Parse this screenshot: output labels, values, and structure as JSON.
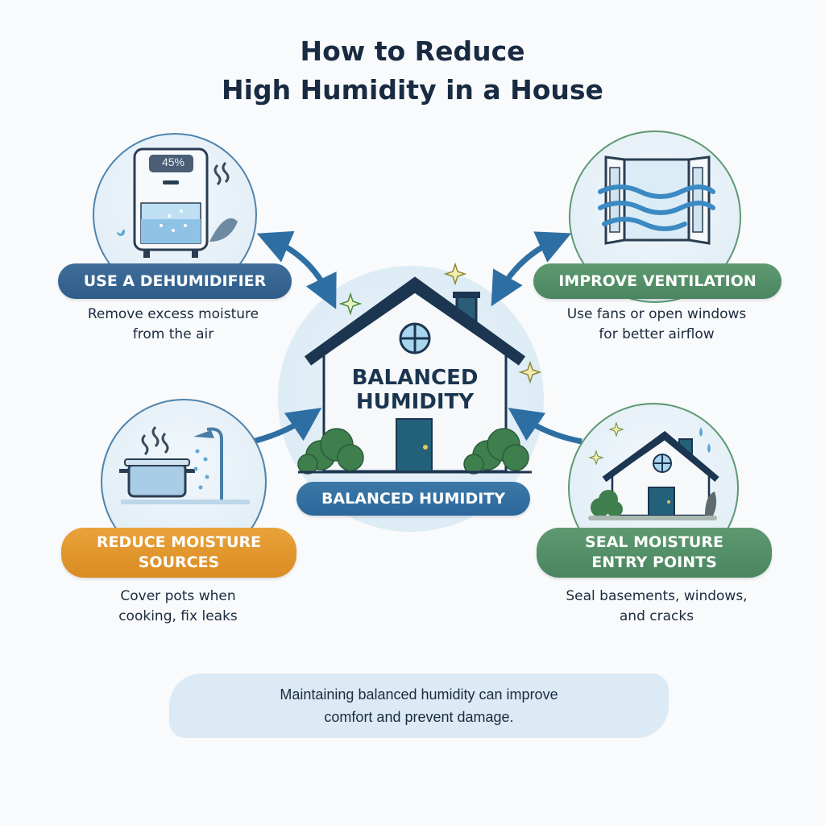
{
  "title": {
    "line1": "How to Reduce",
    "line2": "High Humidity in a House"
  },
  "center": {
    "house_label_line1": "BALANCED",
    "house_label_line2": "HUMIDITY",
    "pill_label": "BALANCED HUMIDITY"
  },
  "tips": [
    {
      "label": "USE A DEHUMIDIFIER",
      "description_line1": "Remove excess moisture",
      "description_line2": "from the air",
      "icon": "dehumidifier-icon",
      "display_value": "45%",
      "color": "#2f5c88"
    },
    {
      "label": "IMPROVE VENTILATION",
      "description_line1": "Use fans or open windows",
      "description_line2": "for better airflow",
      "icon": "open-window-icon",
      "color": "#4a8560"
    },
    {
      "label_line1": "REDUCE MOISTURE",
      "label_line2": "SOURCES",
      "description_line1": "Cover pots when",
      "description_line2": "cooking, fix leaks",
      "icon": "steaming-pot-shower-icon",
      "color": "#d98c22"
    },
    {
      "label_line1": "SEAL MOISTURE",
      "label_line2": "ENTRY POINTS",
      "description_line1": "Seal basements, windows,",
      "description_line2": "and cracks",
      "icon": "sealed-house-icon",
      "color": "#4a8560"
    }
  ],
  "footer": {
    "line1": "Maintaining balanced humidity can improve",
    "line2": "comfort and prevent damage."
  },
  "colors": {
    "title": "#182b42",
    "blue": "#2f5c88",
    "green": "#4a8560",
    "orange": "#d98c22",
    "arrow": "#2e6fa3"
  }
}
